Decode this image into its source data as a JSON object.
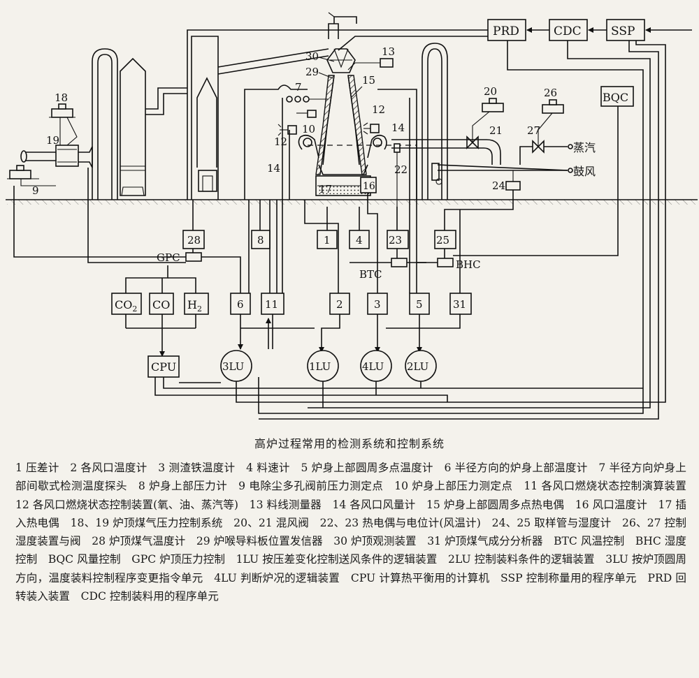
{
  "control_units": {
    "prd": "PRD",
    "cdc": "CDC",
    "ssp": "SSP",
    "bqc": "BQC",
    "gpc": "GPC",
    "btc": "BTC",
    "bhc": "BHC",
    "cpu": "CPU",
    "lu3": "3LU",
    "lu1": "1LU",
    "lu4": "4LU",
    "lu2": "2LU"
  },
  "instrument_boxes": {
    "b28": "28",
    "b8": "8",
    "b1": "1",
    "b4": "4",
    "b23": "23",
    "b25": "25",
    "b6": "6",
    "b11": "11",
    "b2": "2",
    "b3": "3",
    "b5": "5",
    "b31": "31",
    "b16": "16",
    "b13": "13"
  },
  "gas_analyzers": {
    "co2_main": "CO",
    "co2_sub": "2",
    "co": "CO",
    "h2_main": "H",
    "h2_sub": "2"
  },
  "numbers": {
    "n30": "30",
    "n29": "29",
    "n7": "7",
    "n15": "15",
    "n12a": "12",
    "n12b": "12",
    "n10": "10",
    "n14a": "14",
    "n14b": "14",
    "n22": "22",
    "n17": "17",
    "n18": "18",
    "n19": "19",
    "n9": "9",
    "n20": "20",
    "n21": "21",
    "n26": "26",
    "n27": "27",
    "n24": "24"
  },
  "media": {
    "steam": "蒸汽",
    "blast": "鼓风"
  },
  "caption": "高炉过程常用的检测系统和控制系统",
  "legend": "1 压差计　2 各风口温度计　3 测渣铁温度计　4 料速计　5 炉身上部圆周多点温度计　6 半径方向的炉身上部温度计　7 半径方向炉身上部间歇式检测温度探头　8 炉身上部压力计　9 电除尘多孔阀前压力测定点　10 炉身上部压力测定点　11 各风口燃烧状态控制演算装置　12 各风口燃烧状态控制装置(氧、油、蒸汽等)　13 料线测量器　14 各风口风量计　15 炉身上部圆周多点热电偶　16 风口温度计　17 插入热电偶　18、19 炉顶煤气压力控制系统　20、21 混风阀　22、23 热电偶与电位计(风温计)　24、25 取样管与湿度计　26、27 控制湿度装置与阀　28 炉顶煤气温度计　29 炉喉导料板位置发信器　30 炉顶观测装置　31 炉顶煤气成分分析器　BTC 风温控制　BHC 湿度控制　BQC 风量控制　GPC 炉顶压力控制　1LU 按压差变化控制送风条件的逻辑装置　2LU 控制装料条件的逻辑装置　3LU 按炉顶圆周方向，温度装料控制程序变更指令单元　4LU 判断炉况的逻辑装置　CPU 计算热平衡用的计算机　SSP 控制称量用的程序单元　PRD 回转装入装置　CDC 控制装料用的程序单元"
}
